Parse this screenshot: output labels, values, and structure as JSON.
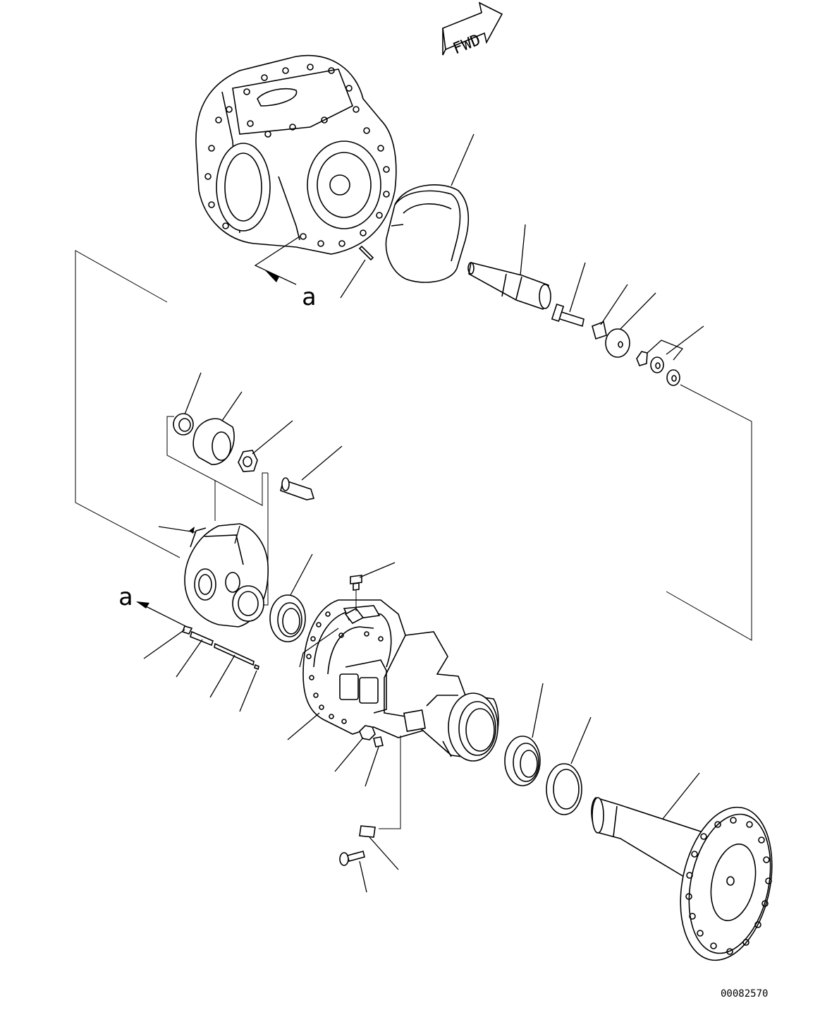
{
  "fwd_marker": "FWD",
  "ref_mark_top": "a",
  "ref_mark_left": "a",
  "drawing_number": "00082570"
}
